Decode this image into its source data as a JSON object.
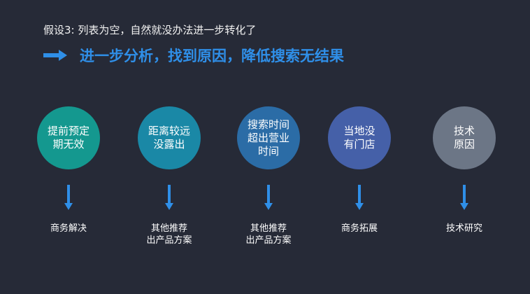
{
  "hypothesis": "假设3: 列表为空，自然就没办法进一步转化了",
  "headline": "进一步分析，找到原因，降低搜索无结果",
  "colors": {
    "accent": "#2f8fe8",
    "background": "#262a37"
  },
  "reasons": [
    {
      "label": "提前预定\n期无效",
      "color": "#14988f",
      "result": "商务解决"
    },
    {
      "label": "距离较远\n没露出",
      "color": "#1a88a6",
      "result": "其他推荐\n出产品方案"
    },
    {
      "label": "搜索时间\n超出营业\n时间",
      "color": "#2b6ca6",
      "result": "其他推荐\n出产品方案"
    },
    {
      "label": "当地没\n有门店",
      "color": "#4560a8",
      "result": "商务拓展"
    },
    {
      "label": "技术\n原因",
      "color": "#6c7686",
      "result": "技术研究"
    }
  ]
}
